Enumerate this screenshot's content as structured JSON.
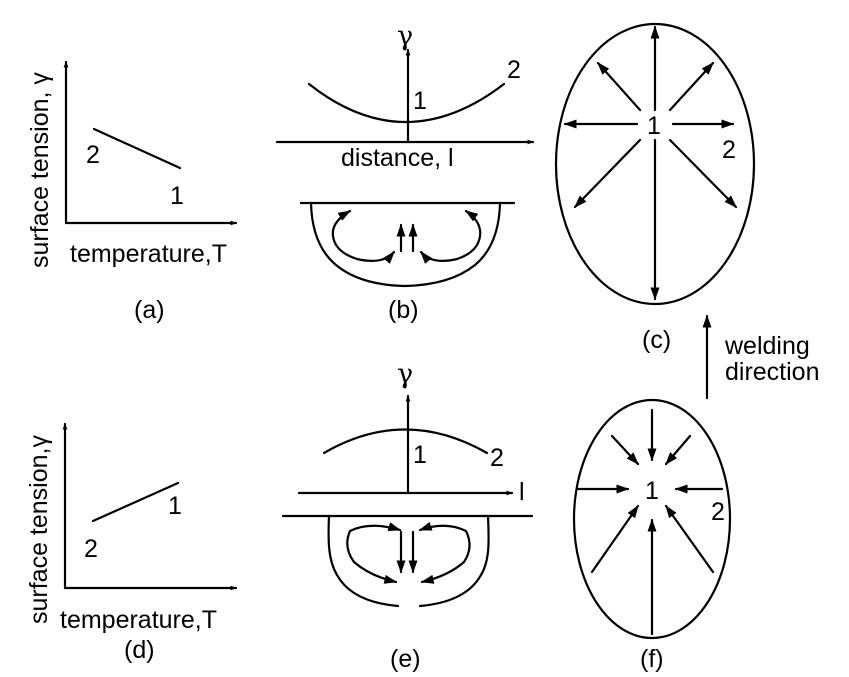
{
  "panels": {
    "a": {
      "caption": "(a)",
      "y_label": "surface tension, γ",
      "x_label": "temperature,T",
      "point_high": "2",
      "point_low": "1"
    },
    "b": {
      "caption": "(b)",
      "axis_symbol": "γ",
      "axis_label": "distance, l",
      "marker_center": "1",
      "marker_edge": "2"
    },
    "c": {
      "caption": "(c)",
      "center_label": "1",
      "edge_label": "2"
    },
    "d": {
      "caption": "(d)",
      "y_label": "surface tension,γ",
      "x_label": "temperature,T",
      "point_low": "2",
      "point_high": "1"
    },
    "e": {
      "caption": "(e)",
      "axis_symbol": "γ",
      "axis_label": "l",
      "marker_center": "1",
      "marker_edge": "2"
    },
    "f": {
      "caption": "(f)",
      "center_label": "1",
      "edge_label": "2"
    }
  },
  "welding_direction": {
    "line1": "welding",
    "line2": "direction"
  }
}
